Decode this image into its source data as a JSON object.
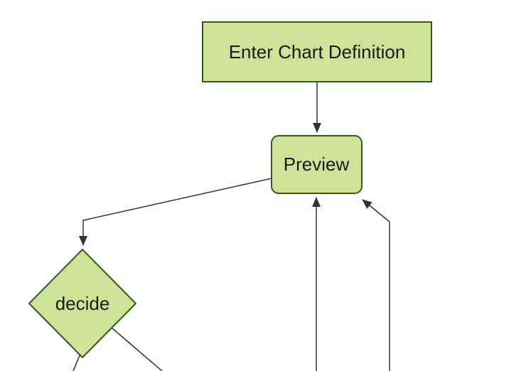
{
  "diagram": {
    "type": "flowchart",
    "direction": "top-down",
    "nodes": [
      {
        "id": "enter",
        "label": "Enter Chart Definition",
        "shape": "rectangle"
      },
      {
        "id": "preview",
        "label": "Preview",
        "shape": "rounded-rectangle"
      },
      {
        "id": "decide",
        "label": "decide",
        "shape": "diamond"
      }
    ],
    "edges": [
      {
        "from": "enter",
        "to": "preview",
        "arrowhead": true,
        "description": "vertical arrow from Enter Chart Definition down into top of Preview"
      },
      {
        "from": "preview",
        "to": "decide",
        "arrowhead": true,
        "description": "elbow line from left side of Preview down-left, then vertical arrow into top of decide diamond"
      },
      {
        "from": "decide",
        "to": "offscreen-bottom-left",
        "arrowhead": false,
        "description": "line from diamond bottom vertex running off bottom edge"
      },
      {
        "from": "decide",
        "to": "offscreen-bottom-right",
        "arrowhead": false,
        "description": "line from diamond lower-right edge running off bottom edge"
      },
      {
        "from": "offscreen-bottom",
        "to": "preview",
        "arrowhead": true,
        "description": "vertical arrow from bottom edge up into bottom center of Preview"
      },
      {
        "from": "offscreen-bottom",
        "to": "preview",
        "arrowhead": true,
        "description": "vertical line from bottom edge with diagonal arrow into bottom-right corner of Preview"
      }
    ],
    "colors": {
      "node_fill": "#cde498",
      "node_border": "#2e5c1e",
      "edge_line": "#333333",
      "text": "#1a1a1a",
      "background": "#ffffff"
    }
  }
}
